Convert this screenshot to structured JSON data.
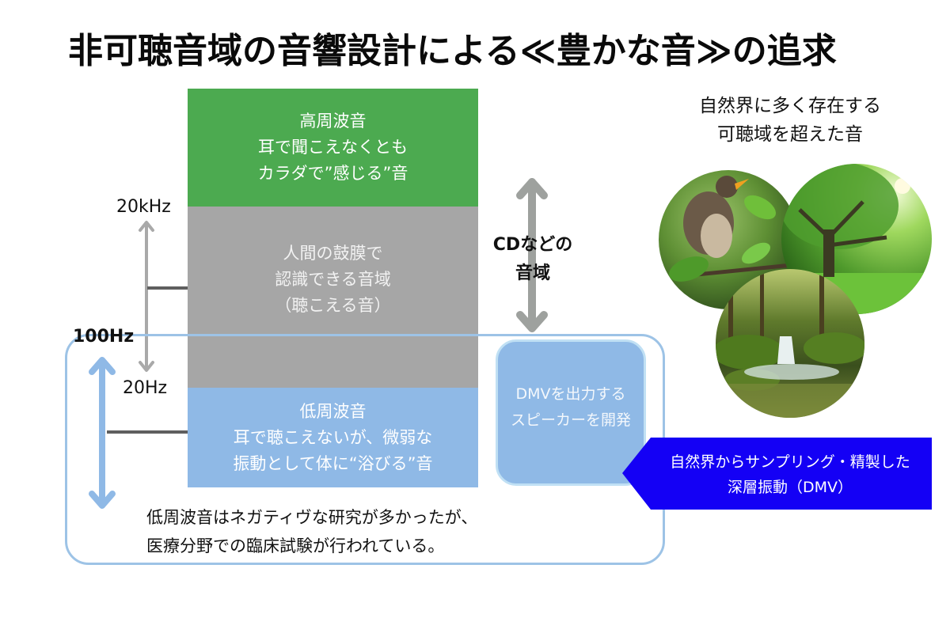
{
  "title": "非可聴音域の音響設計による≪豊かな音≫の追求",
  "bands": {
    "high": {
      "lines": [
        "高周波音",
        "耳で聞こえなくとも",
        "カラダで”感じる”音"
      ],
      "color": "#4caa50"
    },
    "audible": {
      "lines": [
        "人間の鼓膜で",
        "認識できる音域",
        "（聴こえる音）"
      ],
      "color": "#a6a6a6"
    },
    "low": {
      "lines": [
        "低周波音",
        "耳で聴こえないが、微弱な",
        "振動として体に“浴びる”音"
      ],
      "color": "#8fb9e6"
    }
  },
  "frequency_labels": {
    "upper_audible": "20kHz",
    "lower_audible": "20Hz",
    "low_range_top": "100Hz"
  },
  "cd_range": {
    "lines": [
      "CDなどの",
      "音域"
    ]
  },
  "dmv_speaker": {
    "lines": [
      "DMVを出力する",
      "スピーカーを開発"
    ]
  },
  "dmv_callout": {
    "lines": [
      "自然界からサンプリング・精製した",
      "深層振動（DMV）"
    ],
    "color": "#1400f5"
  },
  "bottom_note": {
    "lines": [
      "低周波音はネガティヴな研究が多かったが、",
      "医療分野での臨床試験が行われている。"
    ]
  },
  "nature": {
    "title_lines": [
      "自然界に多く存在する",
      "可聴域を超えた音"
    ],
    "images": [
      {
        "name": "bird-photo",
        "subject": "bird on branch"
      },
      {
        "name": "tree-photo",
        "subject": "large tree in meadow"
      },
      {
        "name": "stream-photo",
        "subject": "forest stream with mossy rocks"
      }
    ]
  },
  "colors": {
    "outline_blue": "#9dc3e6",
    "arrow_gray": "#a0a4a0",
    "arrow_blue": "#8fb9e6",
    "connector_dark": "#5f5f5f"
  }
}
